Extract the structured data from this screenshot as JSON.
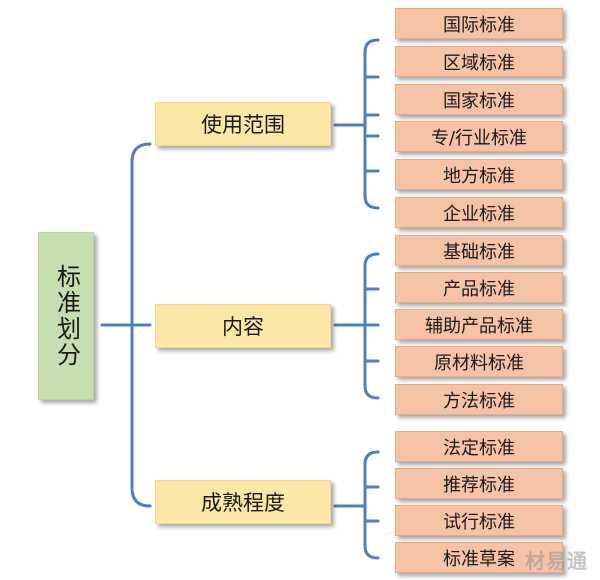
{
  "root": "标准划分",
  "groups": [
    {
      "label": "使用范围",
      "children": [
        "国际标准",
        "区域标准",
        "国家标准",
        "专/行业标准",
        "地方标准",
        "企业标准"
      ]
    },
    {
      "label": "内容",
      "children": [
        "基础标准",
        "产品标准",
        "辅助产品标准",
        "原材料标准",
        "方法标准"
      ]
    },
    {
      "label": "成熟程度",
      "children": [
        "法定标准",
        "推荐标准",
        "试行标准",
        "标准草案"
      ]
    }
  ],
  "watermark": "材易通",
  "colors": {
    "connector": "#4f7fc0",
    "root_fill": "#c6dfb0",
    "group_fill": "#fbe7a6",
    "leaf_fill": "#f6c3a6"
  }
}
